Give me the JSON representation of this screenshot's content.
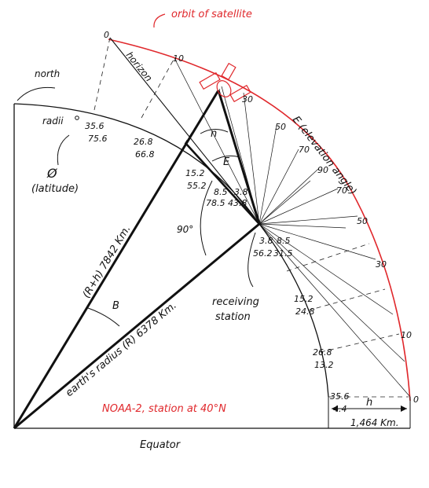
{
  "labels": {
    "orbit": "orbit of satellite",
    "north": "north",
    "horizon": "horizon",
    "radii": "radii",
    "latitude_symbol": "Ø",
    "latitude": "(latitude)",
    "elevation": "E (elevation angle)",
    "n": "n",
    "E": "E",
    "B": "B",
    "right_angle": "90°",
    "rh": "(R+h) 7842 Km.",
    "earth_radius": "earth's radius (R) 6378 Km.",
    "receiving": "receiving",
    "station": "station",
    "caption": "NOAA-2, station at 40°N",
    "equator": "Equator",
    "h": "h",
    "h_value": "1,464 Km."
  },
  "elevation_ticks": {
    "left": [
      "0",
      "10",
      "30",
      "50",
      "70",
      "90"
    ],
    "right": [
      "70",
      "50",
      "30",
      "10",
      "0"
    ]
  },
  "radii_values": {
    "r1": [
      "35.6",
      "75.6"
    ],
    "r2": [
      "26.8",
      "66.8"
    ],
    "r3": [
      "15.2",
      "55.2"
    ],
    "r4": [
      "8.5",
      "3.8"
    ],
    "r5": [
      "78.5",
      "43.8"
    ],
    "r6": [
      "3.8",
      "8.5"
    ],
    "r7": [
      "56.2",
      "31.5"
    ],
    "r8": [
      "15.2",
      "24.8"
    ],
    "r9": [
      "26.8",
      "13.2"
    ],
    "r10": [
      "35.6",
      "4.4"
    ]
  },
  "colors": {
    "ink": "#111111",
    "red": "#e0282c"
  }
}
